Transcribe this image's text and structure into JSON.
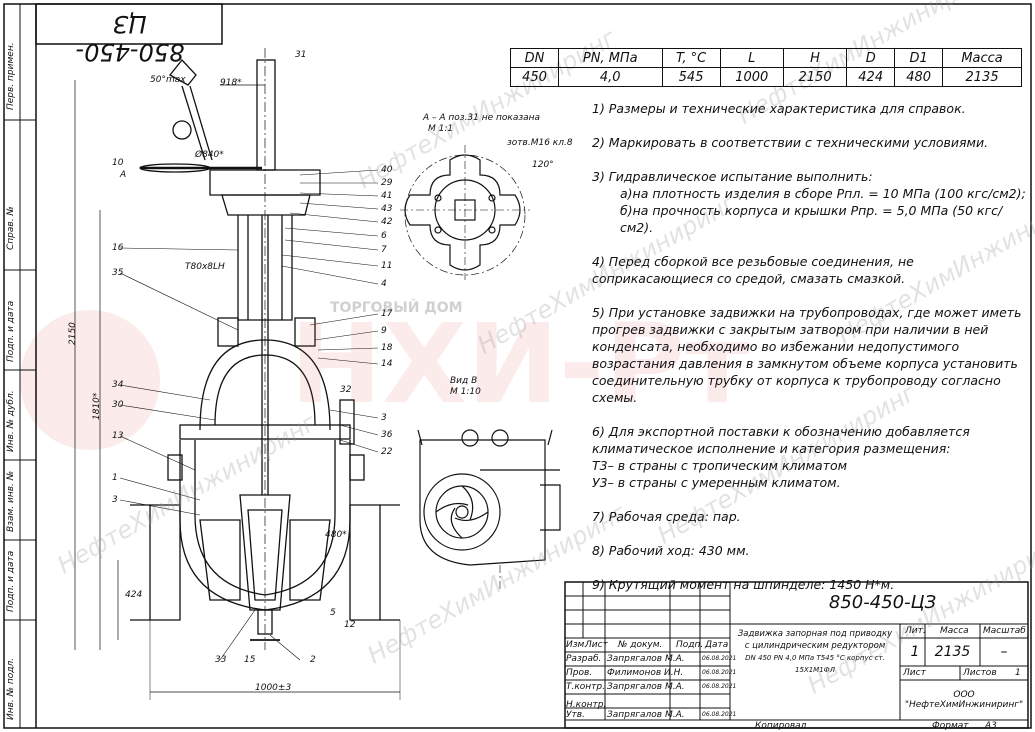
{
  "doc": {
    "code": "850-450-ЦЗ",
    "code_mirrored": "850-450-ЦЗ"
  },
  "left_strip": [
    "Перв. примен.",
    "Справ. №",
    "Подп. и дата",
    "Инв. № дубл.",
    "Взам. инв. №",
    "Подп. и дата",
    "Инв. № подл."
  ],
  "spec_table": {
    "headers": [
      "DN",
      "PN, МПа",
      "T, °C",
      "L",
      "H",
      "D",
      "D1",
      "Масса"
    ],
    "values": [
      "450",
      "4,0",
      "545",
      "1000",
      "2150",
      "424",
      "480",
      "2135"
    ]
  },
  "notes": [
    "1) Размеры и технические характеристика для справок.",
    "2) Маркировать в соответствии с техническими условиями.",
    "3) Гидравлическое испытание выполнить:",
    "а)на плотность изделия в сборе Рпл. = 10 МПа (100 кгс/см2);",
    "б)на прочность корпуса и крышки Рпр. = 5,0 МПа (50 кгс/см2).",
    "4) Перед сборкой все резьбовые соединения, не соприкасающиеся со средой, смазать смазкой.",
    "5) При установке задвижки на трубопроводах, где может иметь прогрев задвижки с закрытым затвором при наличии в ней конденсата, необходимо во избежании недопустимого возрастания давления в замкнутом объеме корпуса установить соединительную трубку от корпуса к трубопроводу согласно схемы.",
    "6) Для экспортной поставки к обозначению добавляется климатическое исполнение и категория размещения:",
    "Т3– в страны с тропическим климатом",
    "У3– в страны с умеренным климатом.",
    "7) Рабочая среда: пар.",
    "8) Рабочий ход: 430 мм.",
    "9) Крутящий момент на шпинделе: 1450 Н*м."
  ],
  "title_block": {
    "designation": "850-450-ЦЗ",
    "name_lines": [
      "Задвижка запорная под приводку",
      "с цилиндрическим редуктором",
      "DN 450 PN 4,0 МПа Т545 °С корпус ст. 15Х1М1ФЛ"
    ],
    "col_headers": [
      "Изм.",
      "Лист",
      "№ докум.",
      "Подп.",
      "Дата"
    ],
    "rows": [
      {
        "role": "Разраб.",
        "name": "Запрягалов М.А.",
        "date": "06.08.2021"
      },
      {
        "role": "Пров.",
        "name": "Филимонов И.Н.",
        "date": "06.08.2021"
      },
      {
        "role": "Т.контр.",
        "name": "Запрягалов М.А.",
        "date": "06.08.2021"
      },
      {
        "role": "",
        "name": "",
        "date": ""
      },
      {
        "role": "Н.контр.",
        "name": "",
        "date": ""
      },
      {
        "role": "Утв.",
        "name": "Запрягалов М.А.",
        "date": "06.08.2021"
      }
    ],
    "lit_label": "Лит.",
    "mass_label": "Масса",
    "scale_label": "Масштаб",
    "lit_value": "1",
    "mass_value": "2135",
    "scale_value": "–",
    "sheet_label": "Лист",
    "sheets_label": "Листов",
    "sheets_value": "1",
    "company": "ООО \"НефтеХимИнжиниринг\"",
    "copied": "Копировал",
    "format_label": "Формат",
    "format_value": "А3"
  },
  "drawing_labels": {
    "section_aa": "А – А  поз.31 не показана",
    "section_aa_scale": "М 1:1",
    "view_b": "Вид В",
    "view_b_scale": "М 1:10",
    "dim_2150": "2150",
    "dim_1000": "1000±3",
    "dim_480": "480*",
    "dim_424": "424",
    "dim_918": "918*",
    "dim_1810": "1810*",
    "dim_50": "50°max",
    "dim_d840": "Ø840*",
    "dim_thread": "Т80х8LН",
    "dim_spring": "зотв.M16 кл.8",
    "dim_120": "120°",
    "watermark": "НефтеХимИнжиниринг",
    "watermark_big": "НХИ-Рт",
    "watermark_sub": "ТОРГОВЫЙ ДОМ",
    "pos_right": [
      "40",
      "29",
      "41",
      "43",
      "42",
      "6",
      "7",
      "11",
      "4",
      "17",
      "9",
      "18",
      "14",
      "3",
      "36",
      "22",
      "5",
      "12",
      "2",
      "15"
    ],
    "pos_left": [
      "А",
      "35",
      "34",
      "30",
      "13",
      "1",
      "3",
      "33",
      "31",
      "10",
      "16",
      "32"
    ]
  }
}
